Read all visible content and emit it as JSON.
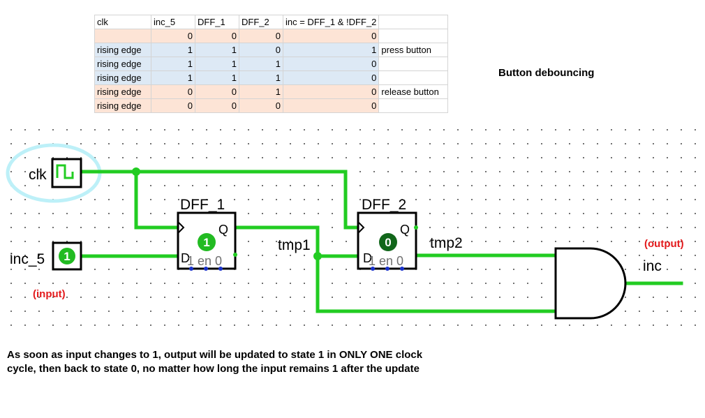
{
  "table": {
    "headers": [
      "clk",
      "inc_5",
      "DFF_1",
      "DFF_2",
      "inc = DFF_1 & !DFF_2",
      ""
    ],
    "rows": [
      {
        "clk": "",
        "inc_5": "0",
        "dff1": "0",
        "dff2": "0",
        "inc": "0",
        "note": "",
        "tone": "peach"
      },
      {
        "clk": "rising edge",
        "inc_5": "1",
        "dff1": "1",
        "dff2": "0",
        "inc": "1",
        "note": "press button",
        "tone": "blue"
      },
      {
        "clk": "rising edge",
        "inc_5": "1",
        "dff1": "1",
        "dff2": "1",
        "inc": "0",
        "note": "",
        "tone": "blue"
      },
      {
        "clk": "rising edge",
        "inc_5": "1",
        "dff1": "1",
        "dff2": "1",
        "inc": "0",
        "note": "",
        "tone": "blue"
      },
      {
        "clk": "rising edge",
        "inc_5": "0",
        "dff1": "0",
        "dff2": "1",
        "inc": "0",
        "note": "release button",
        "tone": "peach"
      },
      {
        "clk": "rising edge",
        "inc_5": "0",
        "dff1": "0",
        "dff2": "0",
        "inc": "0",
        "note": "",
        "tone": "peach"
      }
    ]
  },
  "heading": "Button debouncing",
  "circuit": {
    "clk_label": "clk",
    "input_label": "inc_5",
    "input_value": "1",
    "input_tag": "(input)",
    "dff1_name": "DFF_1",
    "dff1_value": "1",
    "dff2_name": "DFF_2",
    "dff2_value": "0",
    "q_label": "Q",
    "d_label": "D",
    "en_label": "1 en 0",
    "tmp1_label": "tmp1",
    "tmp2_label": "tmp2",
    "output_label": "inc",
    "output_tag": "(output)"
  },
  "explanation": {
    "line1": "As soon as input changes to 1, output will be updated to state 1 in ONLY ONE clock",
    "line2": "cycle, then back to state 0, no matter how long the input remains 1 after the update"
  },
  "colors": {
    "wire": "#22cc22",
    "led_on": "#22bb22",
    "led_off": "#11661a",
    "highlight": "#bdf0f8",
    "dot": "#444444",
    "port": "#1a33cc"
  }
}
